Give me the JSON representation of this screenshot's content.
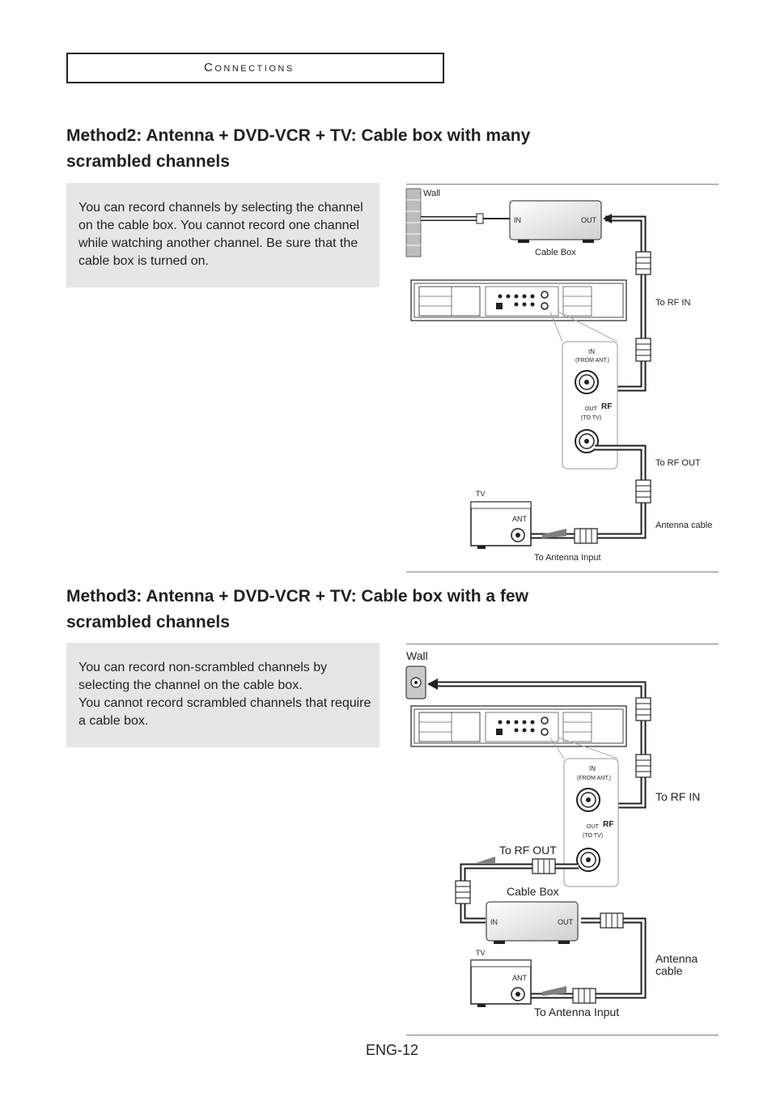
{
  "header": {
    "section_title": "Connections"
  },
  "method2": {
    "heading_line1": "Method2: Antenna + DVD-VCR + TV: Cable box with many",
    "heading_line2": "scrambled channels",
    "note": "You can record channels by selecting the channel on the cable box. You cannot record one channel while watching another channel. Be sure that the cable box is turned on.",
    "diagram": {
      "wall": "Wall",
      "cable_box_in": "IN",
      "cable_box_out": "OUT",
      "cable_box": "Cable Box",
      "to_rf_in": "To RF IN",
      "rf_in_line1": "IN",
      "rf_in_line2": "(FROM ANT.)",
      "rf_out_line1": "OUT",
      "rf_out_line2": "(TO TV)",
      "rf": "RF",
      "to_rf_out": "To RF OUT",
      "tv": "TV",
      "ant": "ANT",
      "antenna_cable": "Antenna cable",
      "to_antenna_input": "To Antenna Input"
    }
  },
  "method3": {
    "heading_line1": "Method3: Antenna + DVD-VCR + TV: Cable box with a few",
    "heading_line2": "scrambled channels",
    "note_line1": "You can record non-scrambled channels by selecting the channel on the cable box.",
    "note_line2": "You cannot record scrambled channels that require a cable box.",
    "diagram": {
      "wall": "Wall",
      "rf_in_line1": "IN",
      "rf_in_line2": "(FROM ANT.)",
      "rf_out_line1": "OUT",
      "rf_out_line2": "(TO TV)",
      "rf": "RF",
      "to_rf_in": "To RF IN",
      "to_rf_out": "To RF OUT",
      "cable_box": "Cable Box",
      "cable_box_in": "IN",
      "cable_box_out": "OUT",
      "tv": "TV",
      "ant": "ANT",
      "antenna_cable_line1": "Antenna",
      "antenna_cable_line2": "cable",
      "to_antenna_input": "To Antenna Input"
    }
  },
  "footer": {
    "page_number": "ENG-12"
  }
}
